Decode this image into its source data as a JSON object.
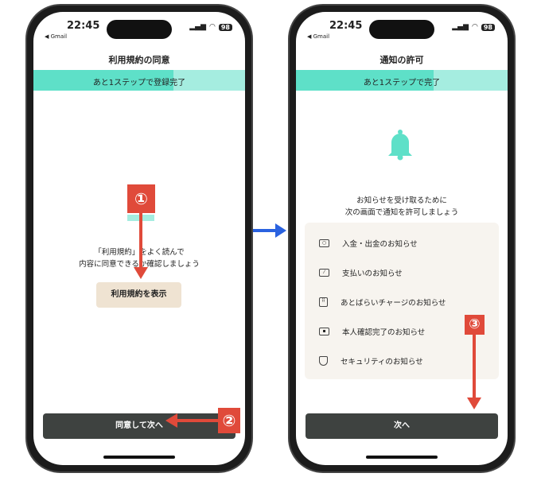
{
  "status": {
    "time": "22:45",
    "back": "◀ Gmail",
    "signal": "▂▄▆",
    "wifi": "wifi-icon",
    "battery": "98"
  },
  "left": {
    "title": "利用規約の同意",
    "progress_label": "あと1ステップで登録完了",
    "progress": 0.66,
    "text_line1": "「利用規約」をよく読んで",
    "text_line2": "内容に同意できるか確認しましょう",
    "show_terms": "利用規約を表示",
    "agree_next": "同意して次へ"
  },
  "right": {
    "title": "通知の許可",
    "progress_label": "あと1ステップで完了",
    "progress": 0.65,
    "text_line1": "お知らせを受け取るために",
    "text_line2": "次の画面で通知を許可しましょう",
    "items": [
      {
        "icon": "money-icon",
        "label": "入金・出金のお知らせ"
      },
      {
        "icon": "card-icon",
        "label": "支払いのお知らせ"
      },
      {
        "icon": "calendar-icon",
        "label": "あとばらいチャージのお知らせ"
      },
      {
        "icon": "id-card-icon",
        "label": "本人確認完了のお知らせ"
      },
      {
        "icon": "shield-icon",
        "label": "セキュリティのお知らせ"
      }
    ],
    "next": "次へ"
  },
  "annotations": [
    "①",
    "②",
    "③"
  ],
  "colors": {
    "teal": "#5ee0c8",
    "red": "#e04a3a",
    "blue": "#2a62e0",
    "dark": "#3e4240",
    "beige": "#efe3d2"
  }
}
